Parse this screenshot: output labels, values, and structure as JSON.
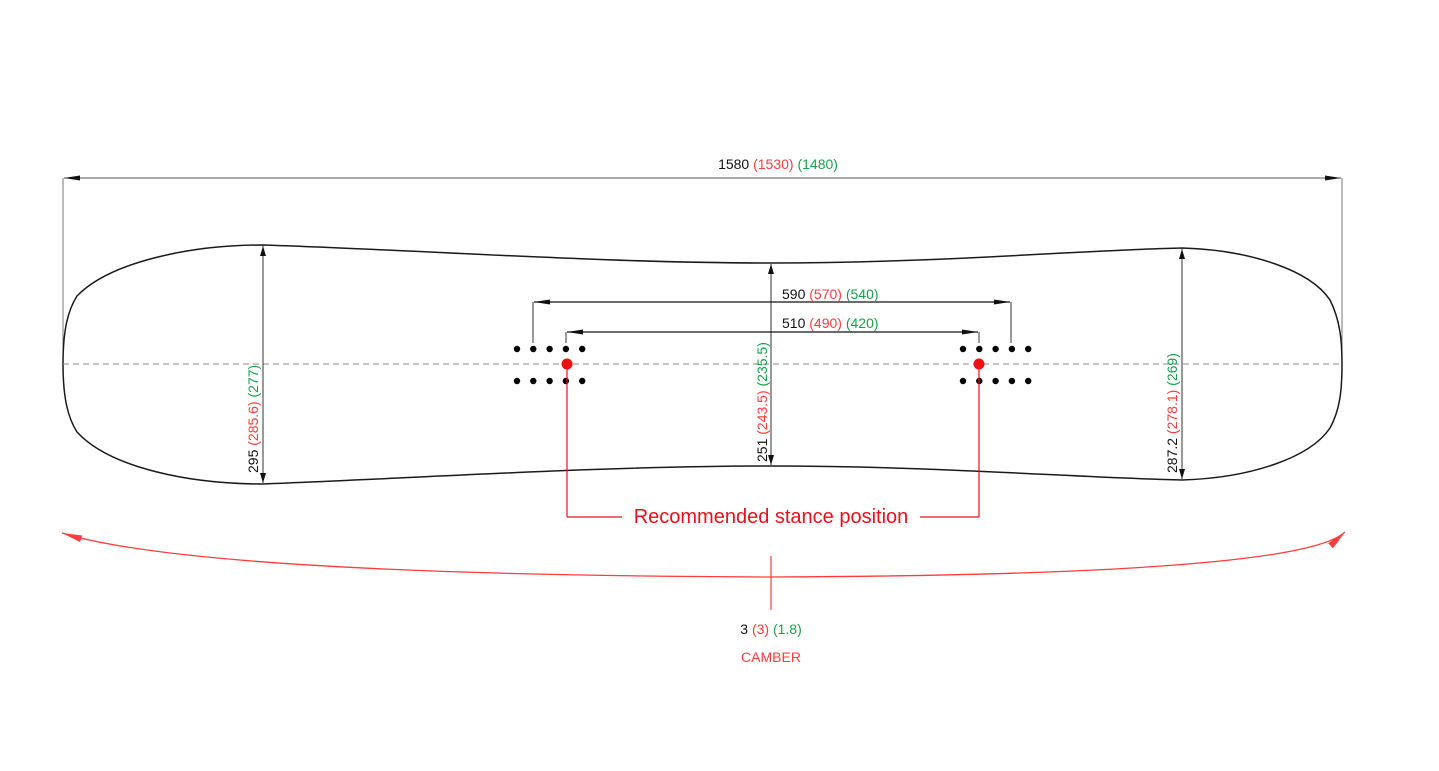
{
  "colors": {
    "outline": "#1a1a1a",
    "dimension_line": "#111111",
    "centerline": "#888888",
    "size_primary": "#111111",
    "size_secondary": "#ff3b3b",
    "size_tertiary": "#1a9f4a",
    "annotation_red": "#e8101c",
    "camber_red": "#ff3b3b",
    "insert": "#000000",
    "stance_dot": "#ee1111"
  },
  "dimensions": {
    "overall_length": {
      "primary": "1580",
      "secondary": "(1530)",
      "tertiary": "(1480)"
    },
    "stance_outer": {
      "primary": "590",
      "secondary": "(570)",
      "tertiary": "(540)"
    },
    "stance_inner": {
      "primary": "510",
      "secondary": "(490)",
      "tertiary": "(420)"
    },
    "nose_width": {
      "primary": "295",
      "secondary": "(285.6)",
      "tertiary": "(277)"
    },
    "waist_width": {
      "primary": "251",
      "secondary": "(243.5)",
      "tertiary": "(235.5)"
    },
    "tail_width": {
      "primary": "287.2",
      "secondary": "(278.1)",
      "tertiary": "(269)"
    },
    "camber": {
      "primary": "3",
      "secondary": "(3)",
      "tertiary": "(1.8)"
    }
  },
  "labels": {
    "stance_annotation": "Recommended stance position",
    "camber_label": "CAMBER"
  },
  "inserts": {
    "rows_per_pack": 2,
    "holes_per_row": 5
  }
}
